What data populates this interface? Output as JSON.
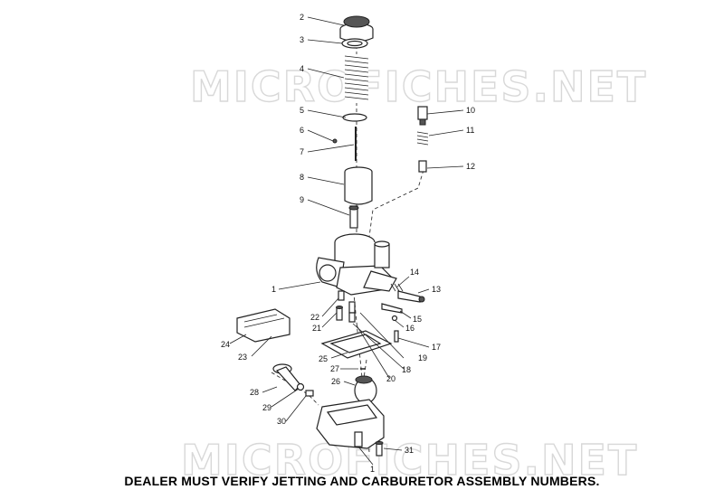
{
  "watermark": "MICROFICHES.NET",
  "footer_note": "DEALER MUST VERIFY JETTING AND CARBURETOR ASSEMBLY NUMBERS.",
  "callouts": [
    "1",
    "2",
    "3",
    "4",
    "5",
    "6",
    "7",
    "8",
    "9",
    "10",
    "11",
    "12",
    "13",
    "14",
    "15",
    "16",
    "17",
    "18",
    "19",
    "20",
    "21",
    "22",
    "23",
    "24",
    "25",
    "26",
    "27",
    "28",
    "29",
    "30",
    "31",
    "1"
  ]
}
